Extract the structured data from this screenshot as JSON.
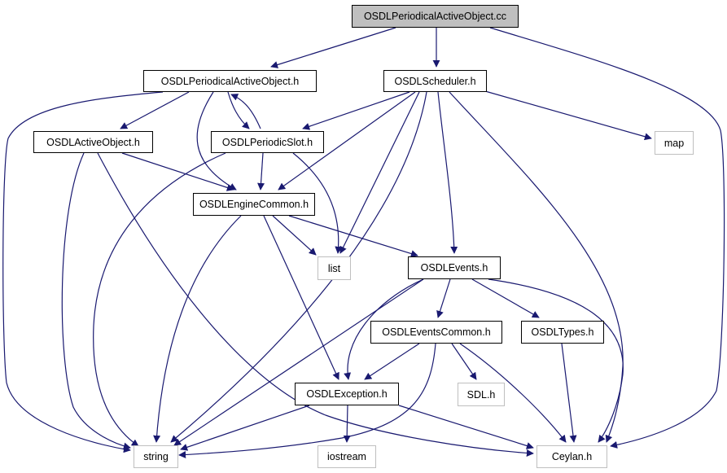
{
  "diagram": {
    "edge_color": "#191970",
    "root_fill": "#bfbfbf",
    "external_border": "#bfbfbf",
    "nodes": [
      {
        "id": "cc",
        "label": "OSDLPeriodicalActiveObject.cc",
        "kind": "root"
      },
      {
        "id": "pao_h",
        "label": "OSDLPeriodicalActiveObject.h",
        "kind": "local"
      },
      {
        "id": "sched_h",
        "label": "OSDLScheduler.h",
        "kind": "local"
      },
      {
        "id": "ao_h",
        "label": "OSDLActiveObject.h",
        "kind": "local"
      },
      {
        "id": "ps_h",
        "label": "OSDLPeriodicSlot.h",
        "kind": "local"
      },
      {
        "id": "map",
        "label": "map",
        "kind": "external"
      },
      {
        "id": "ec_h",
        "label": "OSDLEngineCommon.h",
        "kind": "local"
      },
      {
        "id": "list",
        "label": "list",
        "kind": "external"
      },
      {
        "id": "ev_h",
        "label": "OSDLEvents.h",
        "kind": "local"
      },
      {
        "id": "evc_h",
        "label": "OSDLEventsCommon.h",
        "kind": "local"
      },
      {
        "id": "types_h",
        "label": "OSDLTypes.h",
        "kind": "local"
      },
      {
        "id": "exc_h",
        "label": "OSDLException.h",
        "kind": "local"
      },
      {
        "id": "sdl_h",
        "label": "SDL.h",
        "kind": "external"
      },
      {
        "id": "string",
        "label": "string",
        "kind": "external"
      },
      {
        "id": "iostream",
        "label": "iostream",
        "kind": "external"
      },
      {
        "id": "ceylan_h",
        "label": "Ceylan.h",
        "kind": "external"
      }
    ],
    "edges": [
      [
        "cc",
        "pao_h"
      ],
      [
        "cc",
        "sched_h"
      ],
      [
        "cc",
        "ceylan_h"
      ],
      [
        "pao_h",
        "string"
      ],
      [
        "pao_h",
        "ao_h"
      ],
      [
        "pao_h",
        "ec_h"
      ],
      [
        "pao_h",
        "ps_h"
      ],
      [
        "sched_h",
        "ps_h"
      ],
      [
        "sched_h",
        "ec_h"
      ],
      [
        "sched_h",
        "list"
      ],
      [
        "sched_h",
        "string"
      ],
      [
        "sched_h",
        "ev_h"
      ],
      [
        "sched_h",
        "ceylan_h"
      ],
      [
        "sched_h",
        "map"
      ],
      [
        "ao_h",
        "ec_h"
      ],
      [
        "ao_h",
        "string"
      ],
      [
        "ao_h",
        "ceylan_h"
      ],
      [
        "ps_h",
        "pao_h"
      ],
      [
        "ps_h",
        "ec_h"
      ],
      [
        "ps_h",
        "string"
      ],
      [
        "ps_h",
        "list"
      ],
      [
        "ec_h",
        "string"
      ],
      [
        "ec_h",
        "list"
      ],
      [
        "ec_h",
        "ev_h"
      ],
      [
        "ec_h",
        "exc_h"
      ],
      [
        "ev_h",
        "exc_h"
      ],
      [
        "ev_h",
        "string"
      ],
      [
        "ev_h",
        "evc_h"
      ],
      [
        "ev_h",
        "types_h"
      ],
      [
        "ev_h",
        "ceylan_h"
      ],
      [
        "evc_h",
        "exc_h"
      ],
      [
        "evc_h",
        "sdl_h"
      ],
      [
        "evc_h",
        "string"
      ],
      [
        "evc_h",
        "ceylan_h"
      ],
      [
        "types_h",
        "ceylan_h"
      ],
      [
        "exc_h",
        "string"
      ],
      [
        "exc_h",
        "iostream"
      ],
      [
        "exc_h",
        "ceylan_h"
      ]
    ]
  }
}
